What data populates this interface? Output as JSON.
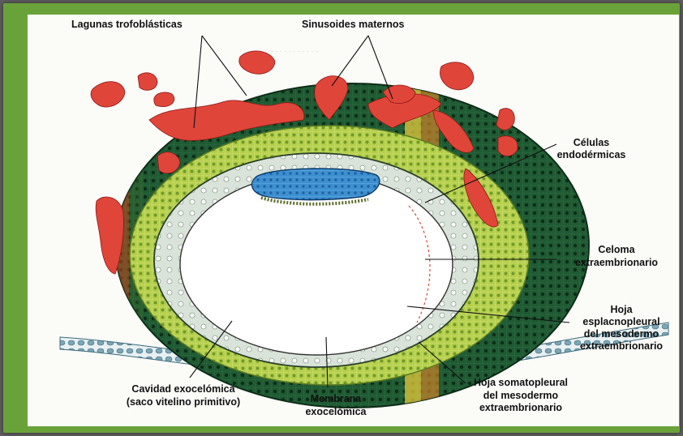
{
  "labels": {
    "lagunas": "Lagunas trofoblásticas",
    "sinusoides": "Sinusoides maternos",
    "celulas_l1": "Células",
    "celulas_l2": "endodérmicas",
    "celoma_l1": "Celoma",
    "celoma_l2": "extraembrionario",
    "hoja_esp_l1": "Hoja",
    "hoja_esp_l2": "esplacnopleural",
    "hoja_esp_l3": "del mesodermo",
    "hoja_esp_l4": "extraembrionario",
    "hoja_som_l1": "Hoja somatopleural",
    "hoja_som_l2": "del mesodermo",
    "hoja_som_l3": "extraembrionario",
    "cavidad_l1": "Cavidad exocelómica",
    "cavidad_l2": "(saco vitelino primitivo)",
    "membrana_l1": "Membrana",
    "membrana_l2": "exocelómica"
  },
  "colors": {
    "frame": "#6aa23a",
    "trophoblast_dark": "#1f5a33",
    "mesoderm_light": "#b6cf4c",
    "lacunae_red": "#e0453a",
    "embryo_blue": "#3d8fd0",
    "cavity_white": "#ffffff"
  }
}
